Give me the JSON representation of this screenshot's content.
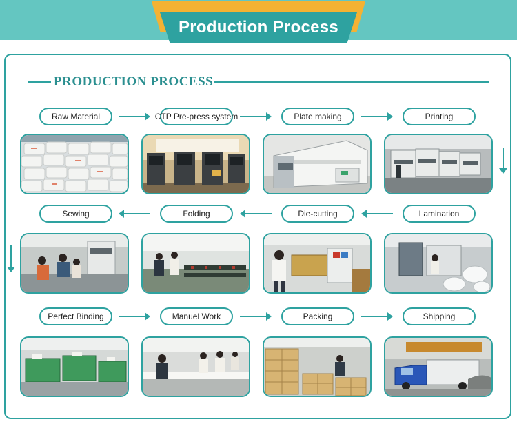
{
  "banner": {
    "title": "Production Process"
  },
  "section": {
    "heading": "PRODUCTION PROCESS"
  },
  "steps": [
    "Raw Material",
    "CTP Pre-press system",
    "Plate making",
    "Printing",
    "Sewing",
    "Folding",
    "Die-cutting",
    "Lamination",
    "Perfect Binding",
    "Manuel Work",
    "Packing",
    "Shipping"
  ],
  "colors": {
    "teal": "#2ea2a0",
    "light_teal": "#64c6c1",
    "gold": "#f4b233"
  }
}
